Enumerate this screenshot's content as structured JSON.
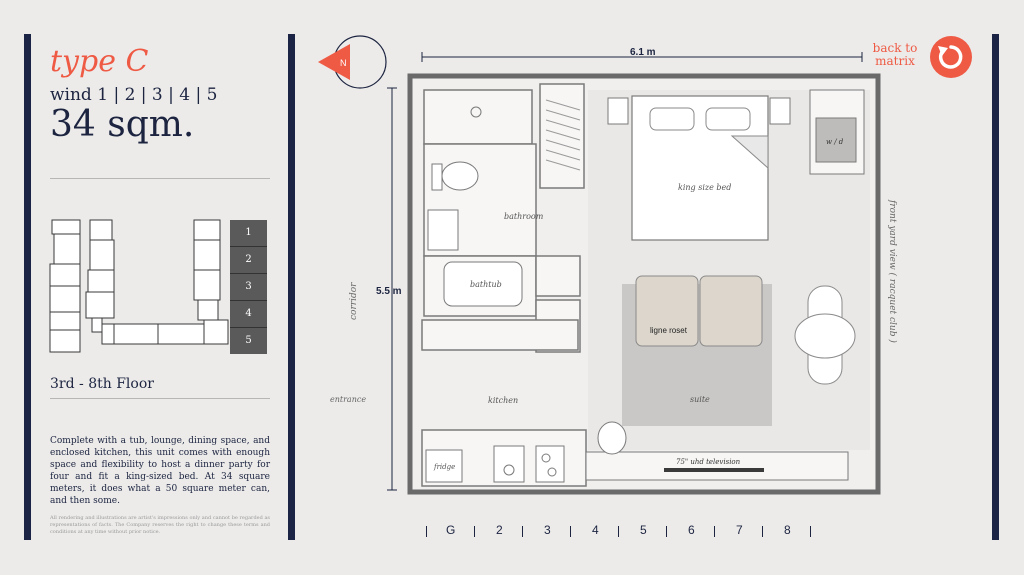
{
  "unit": {
    "title": "type C",
    "wind": "wind 1 | 2 | 3 | 4 | 5",
    "area": "34 sqm.",
    "floor_range": "3rd - 8th Floor",
    "description": "Complete with a tub, lounge, dining space, and enclosed kitchen, this unit comes with enough space and flexibility to host a dinner party for four and fit a king-sized bed. At 34 square meters, it does what a 50 square meter can, and then some.",
    "disclaimer": "All rendering and illustrations are artist's impressions only and cannot be regarded as representations of facts. The Company reserves the right to change these terms and conditions at any time without prior notice."
  },
  "wind_selector": {
    "labels": [
      "1",
      "2",
      "3",
      "4",
      "5"
    ]
  },
  "navigation": {
    "back_label": "back to matrix",
    "compass_label": "N"
  },
  "plan": {
    "width_label": "6.1 m",
    "height_label": "5.5 m",
    "rooms": {
      "bathroom": "bathroom",
      "bathtub": "bathtub",
      "kitchen": "kitchen",
      "fridge": "fridge",
      "bed": "king size bed",
      "wd": "w / d",
      "suite": "suite",
      "tv": "75\" uhd television",
      "brand": "ligne roset"
    },
    "sides": {
      "corridor": "corridor",
      "entrance": "entrance",
      "front_yard": "front yard view ( racquet club )"
    }
  },
  "floor_nav": {
    "items": [
      "G",
      "2",
      "3",
      "4",
      "5",
      "6",
      "7",
      "8"
    ]
  },
  "colors": {
    "accent": "#ef5a44",
    "navy": "#1c2446",
    "wind_box": "#5a5a5a"
  }
}
